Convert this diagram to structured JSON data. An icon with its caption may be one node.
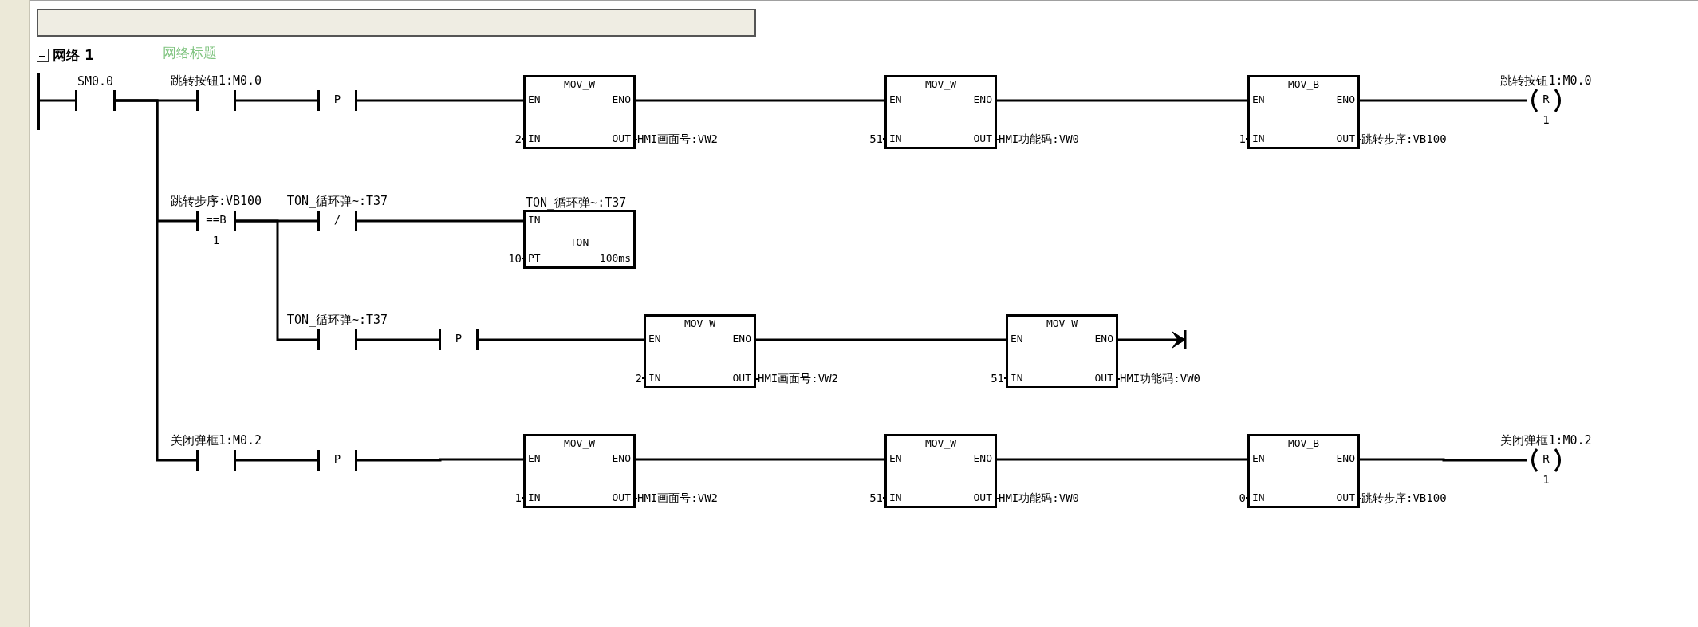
{
  "diagram": {
    "title": "网络 1",
    "nodes": [
      {
        "text": [],
        "shape": "bar"
      },
      {
        "text": [
          "SM0.0"
        ]
      },
      {
        "text": [
          "跳转按钮1:M0.0"
        ]
      },
      {
        "text": [
          "P"
        ]
      },
      {
        "text": [
          "MOV_W",
          "EN",
          "ENO",
          "IN",
          "OUT"
        ],
        "beside": [
          "2",
          "HMI画面号:VW2"
        ]
      },
      {
        "text": [
          "MOV_W",
          "EN",
          "ENO",
          "IN",
          "OUT"
        ],
        "beside": [
          "51",
          "HMI功能码:VW0"
        ]
      },
      {
        "text": [
          "MOV_B",
          "EN",
          "ENO",
          "IN",
          "OUT"
        ],
        "beside": [
          "1",
          "跳转步序:VB100"
        ]
      },
      {
        "text": [
          "跳转按钮1:M0.0",
          "R",
          "1"
        ]
      },
      {
        "text": [
          "跳转步序:VB100",
          "==B",
          "1"
        ]
      },
      {
        "text": [
          "TON_循环弹~:T37",
          "/"
        ]
      },
      {
        "text": [
          "TON_循环弹~:T37",
          "IN",
          "TON",
          "PT",
          "100ms"
        ],
        "beside": [
          "10"
        ]
      },
      {
        "text": [
          "TON_循环弹~:T37"
        ]
      },
      {
        "text": [
          "P"
        ]
      },
      {
        "text": [
          "MOV_W",
          "EN",
          "ENO",
          "IN",
          "OUT"
        ],
        "beside": [
          "2",
          "HMI画面号:VW2"
        ]
      },
      {
        "text": [
          "MOV_W",
          "EN",
          "ENO",
          "IN",
          "OUT"
        ],
        "beside": [
          "51",
          "HMI功能码:VW0"
        ]
      },
      {
        "text": [
          "关闭弹框1:M0.2"
        ]
      },
      {
        "text": [
          "P"
        ]
      },
      {
        "text": [
          "MOV_W",
          "EN",
          "ENO",
          "IN",
          "OUT"
        ],
        "beside": [
          "1",
          "HMI画面号:VW2"
        ]
      },
      {
        "text": [
          "MOV_W",
          "EN",
          "ENO",
          "IN",
          "OUT"
        ],
        "beside": [
          "51",
          "HMI功能码:VW0"
        ]
      },
      {
        "text": [
          "MOV_B",
          "EN",
          "ENO",
          "IN",
          "OUT"
        ],
        "beside": [
          "0",
          "跳转步序:VB100"
        ]
      },
      {
        "text": [
          "关闭弹框1:M0.2",
          "R",
          "1"
        ]
      }
    ],
    "edges": [
      {
        "from": 0,
        "to": 1,
        "arrow": "none"
      },
      {
        "from": 1,
        "to": 2,
        "arrow": "none"
      },
      {
        "from": 1,
        "to": 8,
        "arrow": "none"
      },
      {
        "from": 1,
        "to": 15,
        "arrow": "none"
      },
      {
        "from": 2,
        "to": 3,
        "arrow": "none"
      },
      {
        "from": 3,
        "to": 4,
        "arrow": "none"
      },
      {
        "from": 4,
        "to": 5,
        "arrow": "none"
      },
      {
        "from": 5,
        "to": 6,
        "arrow": "none"
      },
      {
        "from": 6,
        "to": 7,
        "arrow": "none"
      },
      {
        "from": 8,
        "to": 9,
        "arrow": "none"
      },
      {
        "from": 8,
        "to": 11,
        "arrow": "none"
      },
      {
        "from": 9,
        "to": 10,
        "arrow": "none"
      },
      {
        "from": 11,
        "to": 12,
        "arrow": "none"
      },
      {
        "from": 12,
        "to": 13,
        "arrow": "none"
      },
      {
        "from": 13,
        "to": 14,
        "arrow": "none"
      },
      {
        "from": 14,
        "to": null,
        "arrow": "to"
      },
      {
        "from": 15,
        "to": 16,
        "arrow": "none"
      },
      {
        "from": 16,
        "to": 17,
        "arrow": "none"
      },
      {
        "from": 17,
        "to": 18,
        "arrow": "none"
      },
      {
        "from": 18,
        "to": 19,
        "arrow": "none"
      },
      {
        "from": 19,
        "to": 20,
        "arrow": "none"
      }
    ],
    "labels": [
      "网络标题"
    ]
  }
}
